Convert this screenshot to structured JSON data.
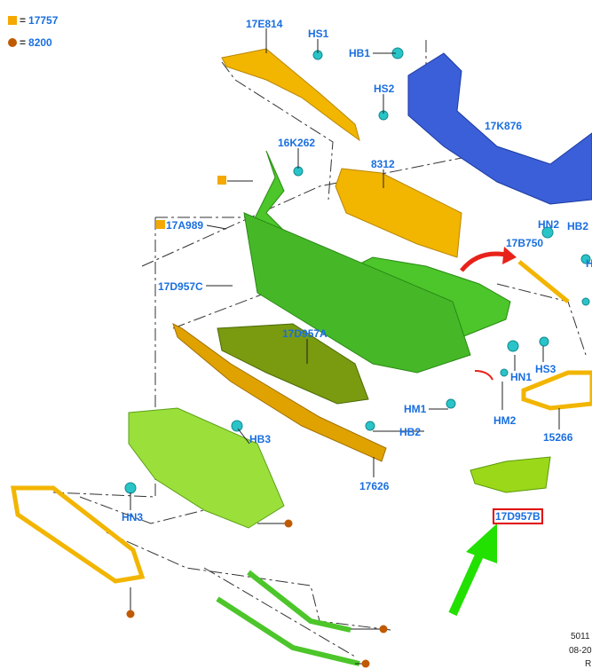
{
  "legend": [
    {
      "symbol": "square",
      "label": "17757",
      "color": "#f5a800"
    },
    {
      "symbol": "circle",
      "label": "8200",
      "color": "#c05a00"
    }
  ],
  "equals": "=",
  "parts": {
    "p17E814": "17E814",
    "HS1": "HS1",
    "HB1": "HB1",
    "HS2": "HS2",
    "p17K876": "17K876",
    "p16K262": "16K262",
    "p8312": "8312",
    "p17A989": "17A989",
    "p17B750": "17B750",
    "HN2": "HN2",
    "HB2a": "HB2",
    "Hcut": "H",
    "p17D957C": "17D957C",
    "p17D957A": "17D957A",
    "HN1": "HN1",
    "HS3": "HS3",
    "HM1": "HM1",
    "HB2b": "HB2",
    "HM2": "HM2",
    "p15266": "15266",
    "HB3": "HB3",
    "p17626": "17626",
    "HN3": "HN3",
    "p17D957B": "17D957B"
  },
  "footer": {
    "code": "5011",
    "date": "08-20",
    "rev": "R"
  },
  "colors": {
    "label": "#1a6fe0",
    "green": "#4cc62a",
    "yellow": "#f2b500",
    "blue": "#3a5fd8",
    "cyan": "#29c4c8",
    "arrow_red": "#e8221a",
    "arrow_green": "#22e000"
  }
}
